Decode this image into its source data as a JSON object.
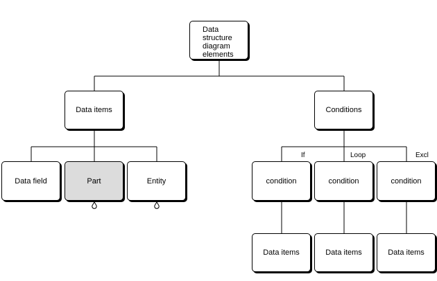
{
  "nodes": {
    "root": "Data\nstructure\ndiagram\nelements",
    "data_items": "Data items",
    "conditions": "Conditions",
    "data_field": "Data field",
    "part": "Part",
    "entity": "Entity",
    "cond_if": "condition",
    "cond_loop": "condition",
    "cond_excl": "condition",
    "items_if": "Data items",
    "items_loop": "Data items",
    "items_excl": "Data items"
  },
  "branch_labels": {
    "if": "If",
    "loop": "Loop",
    "excl": "Excl"
  },
  "colors": {
    "line": "#000000",
    "shaded_fill": "#d8d8d8"
  }
}
